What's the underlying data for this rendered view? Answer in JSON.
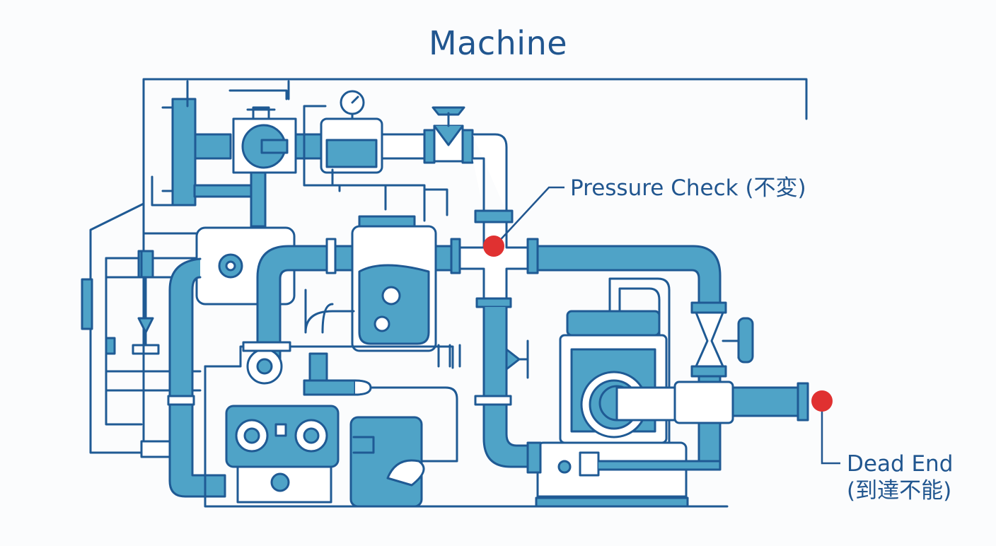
{
  "title": "Machine",
  "colors": {
    "pipe_fill": "#4fa3c7",
    "outline": "#1f5a94",
    "marker": "#e03131",
    "text": "#21568f",
    "background": "#fbfcfd"
  },
  "callouts": {
    "pressure_check": "Pressure Check (不変)",
    "dead_end_line1": "Dead End",
    "dead_end_line2": "(到達不能)"
  }
}
